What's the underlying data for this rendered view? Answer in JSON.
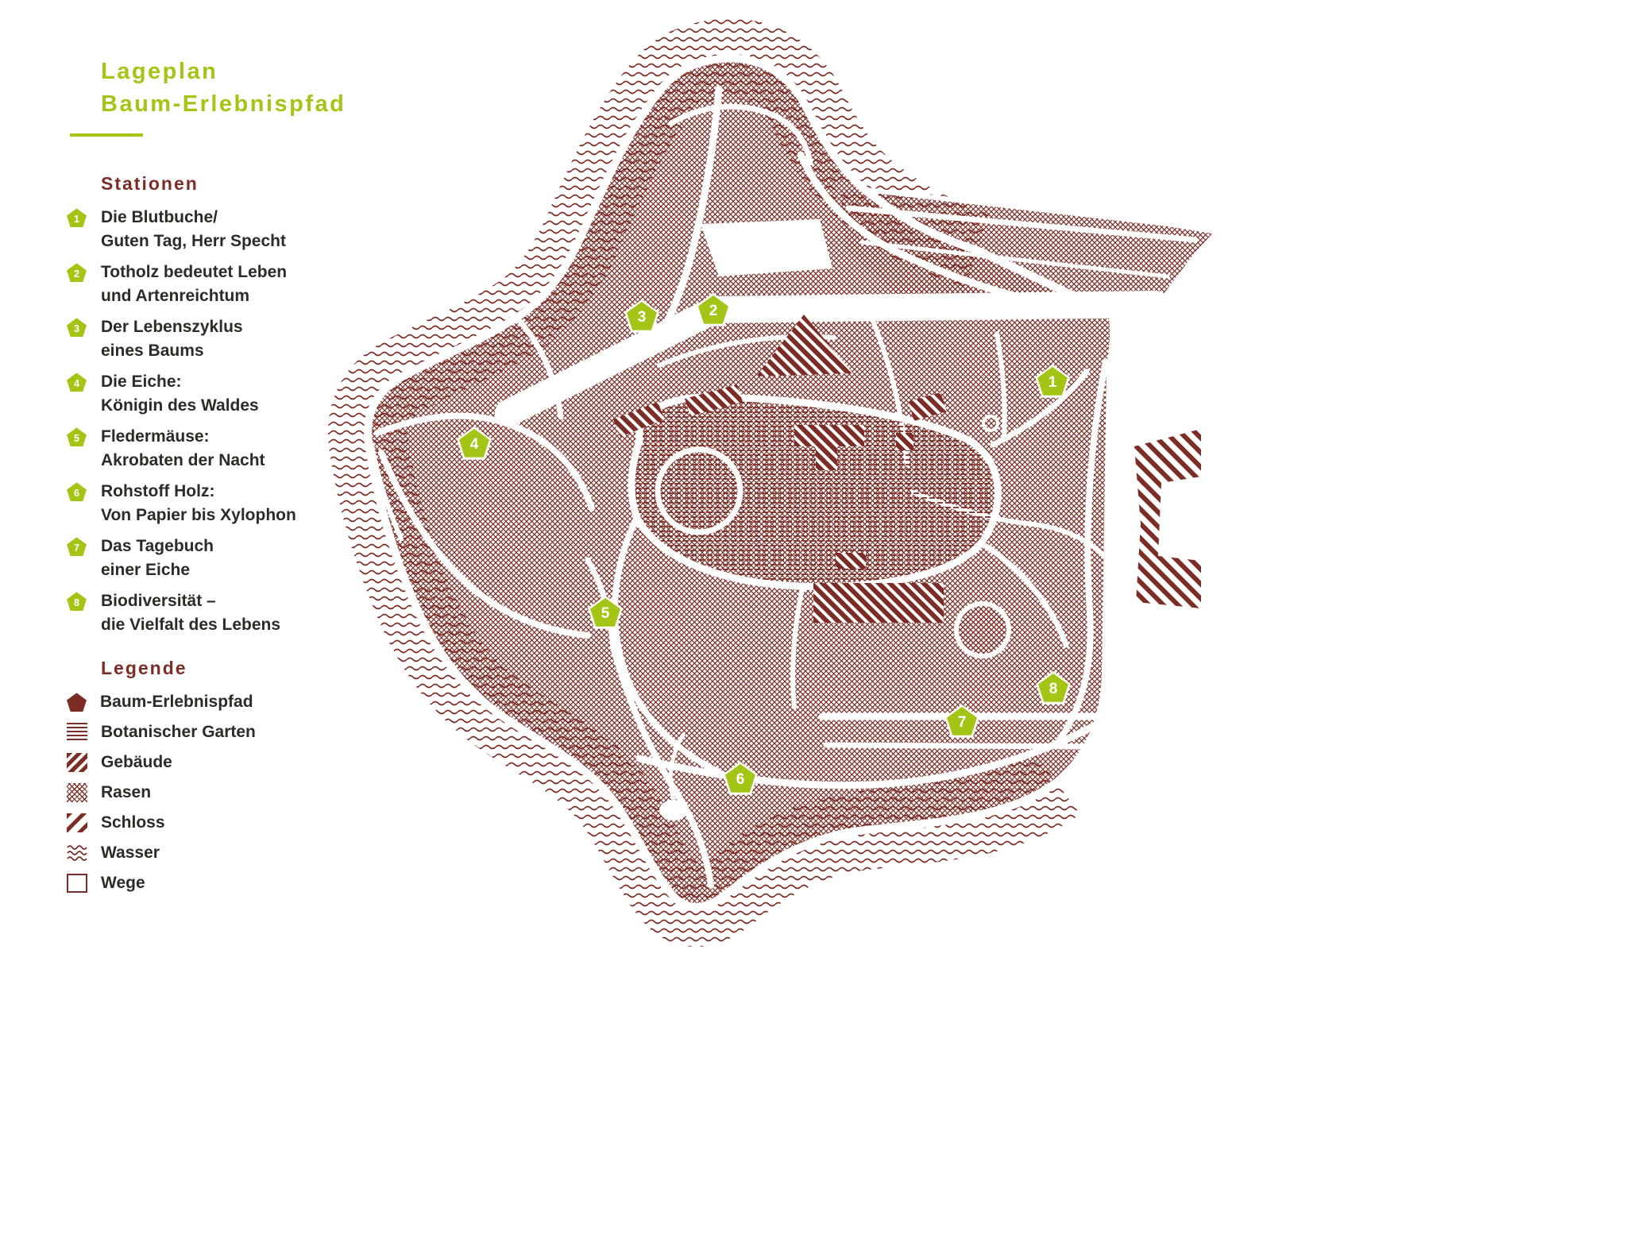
{
  "colors": {
    "green": "#a4c516",
    "maroon": "#7c2d26",
    "text": "#2e2a26"
  },
  "title": {
    "line1": "Lageplan",
    "line2": "Baum-Erlebnispfad"
  },
  "stations": {
    "heading": "Stationen",
    "items": [
      {
        "num": "1",
        "line1": "Die Blutbuche/",
        "line2": "Guten Tag, Herr Specht"
      },
      {
        "num": "2",
        "line1": "Totholz bedeutet Leben",
        "line2": "und Artenreichtum"
      },
      {
        "num": "3",
        "line1": "Der Lebenszyklus",
        "line2": "eines Baums"
      },
      {
        "num": "4",
        "line1": "Die Eiche:",
        "line2": "Königin des Waldes"
      },
      {
        "num": "5",
        "line1": "Fledermäuse:",
        "line2": "Akrobaten der Nacht"
      },
      {
        "num": "6",
        "line1": "Rohstoff Holz:",
        "line2": "Von Papier bis Xylophon"
      },
      {
        "num": "7",
        "line1": "Das Tagebuch",
        "line2": "einer Eiche"
      },
      {
        "num": "8",
        "line1": "Biodiversität –",
        "line2": "die Vielfalt des Lebens"
      }
    ]
  },
  "legend": {
    "heading": "Legende",
    "items": [
      {
        "label": "Baum-Erlebnispfad"
      },
      {
        "label": "Botanischer Garten"
      },
      {
        "label": "Gebäude"
      },
      {
        "label": "Rasen"
      },
      {
        "label": "Schloss"
      },
      {
        "label": "Wasser"
      },
      {
        "label": "Wege"
      }
    ]
  },
  "map": {
    "markers": [
      {
        "num": "1"
      },
      {
        "num": "2"
      },
      {
        "num": "3"
      },
      {
        "num": "4"
      },
      {
        "num": "5"
      },
      {
        "num": "6"
      },
      {
        "num": "7"
      },
      {
        "num": "8"
      }
    ]
  }
}
